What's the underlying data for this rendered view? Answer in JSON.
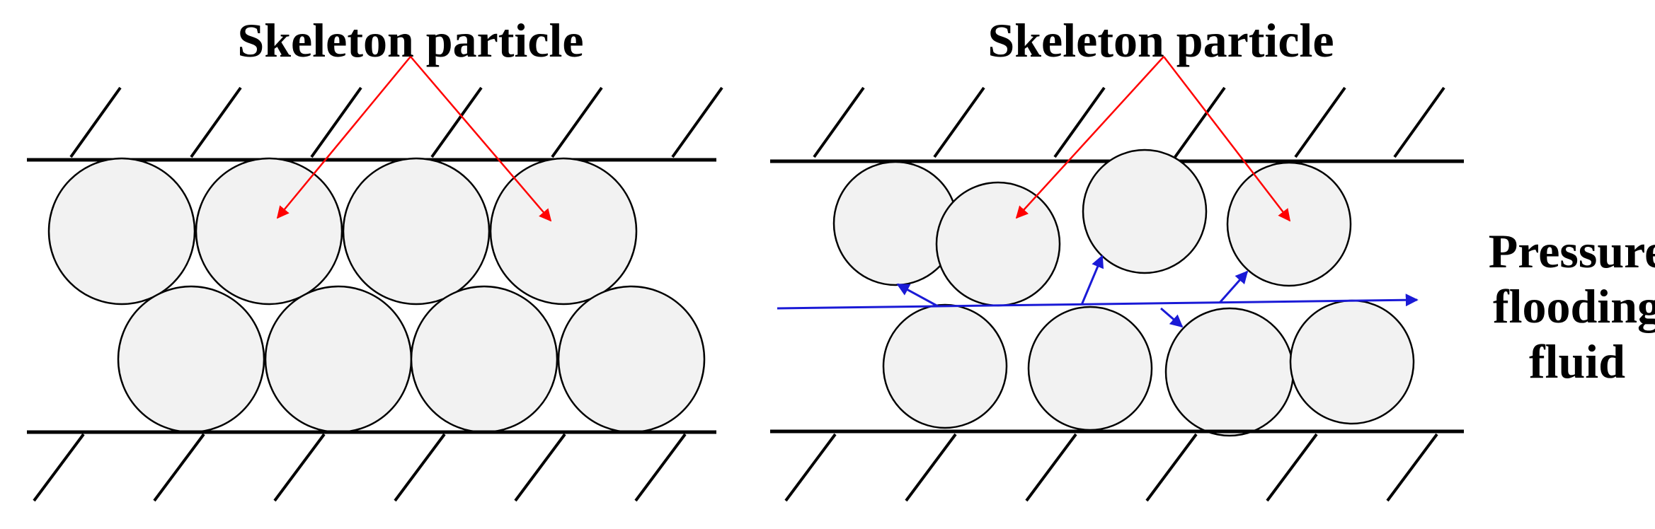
{
  "labels": {
    "left_particle": "Skeleton particle",
    "right_particle": "Skeleton particle",
    "fluid_line1": "Pressure",
    "fluid_line2": "flooding",
    "fluid_line3": "fluid"
  },
  "colors": {
    "particle_fill": "#f2f2f2",
    "outline": "#000000",
    "pointer_arrow": "#ff0000",
    "fluid_arrow": "#1a1ad6"
  }
}
